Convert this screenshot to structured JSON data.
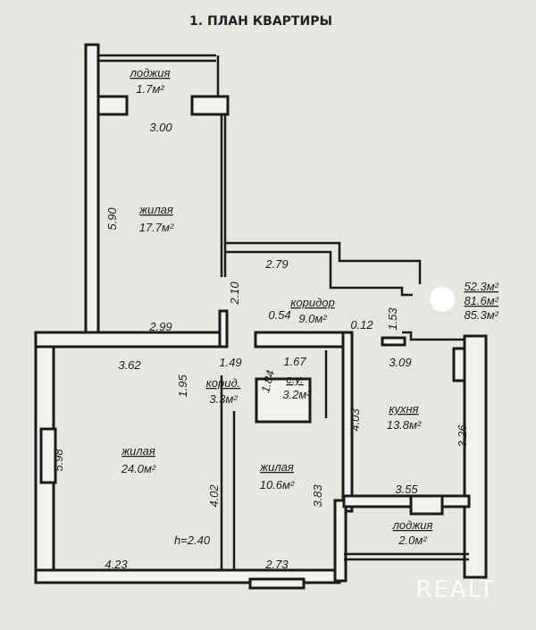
{
  "title": "1. ПЛАН КВАРТИРЫ",
  "rooms": [
    {
      "name": "лоджия",
      "area": "1.7м²"
    },
    {
      "name": "жилая",
      "area": "17.7м²"
    },
    {
      "name": "коридор",
      "area": "9.0м²"
    },
    {
      "name": "корид.",
      "area": "3.3м²"
    },
    {
      "name": "с.у.",
      "area": "3.2м²"
    },
    {
      "name": "кухня",
      "area": "13.8м²"
    },
    {
      "name": "жилая",
      "area": "24.0м²"
    },
    {
      "name": "жилая",
      "area": "10.6м²"
    },
    {
      "name": "лоджия",
      "area": "2.0м²"
    }
  ],
  "totals": [
    "52.3м²",
    "81.6м²",
    "85.3м²"
  ],
  "dimensions": [
    "3.00",
    "5.90",
    "2.79",
    "2.10",
    "0.54",
    "0.12",
    "1.53",
    "2.99",
    "3.62",
    "1.95",
    "1.49",
    "1.67",
    "1.84",
    "3.09",
    "4.03",
    "3.26",
    "5.98",
    "4.02",
    "3.83",
    "3.55",
    "4.23",
    "2.73"
  ],
  "ceiling_height": "h=2.40",
  "watermark": "REALT"
}
